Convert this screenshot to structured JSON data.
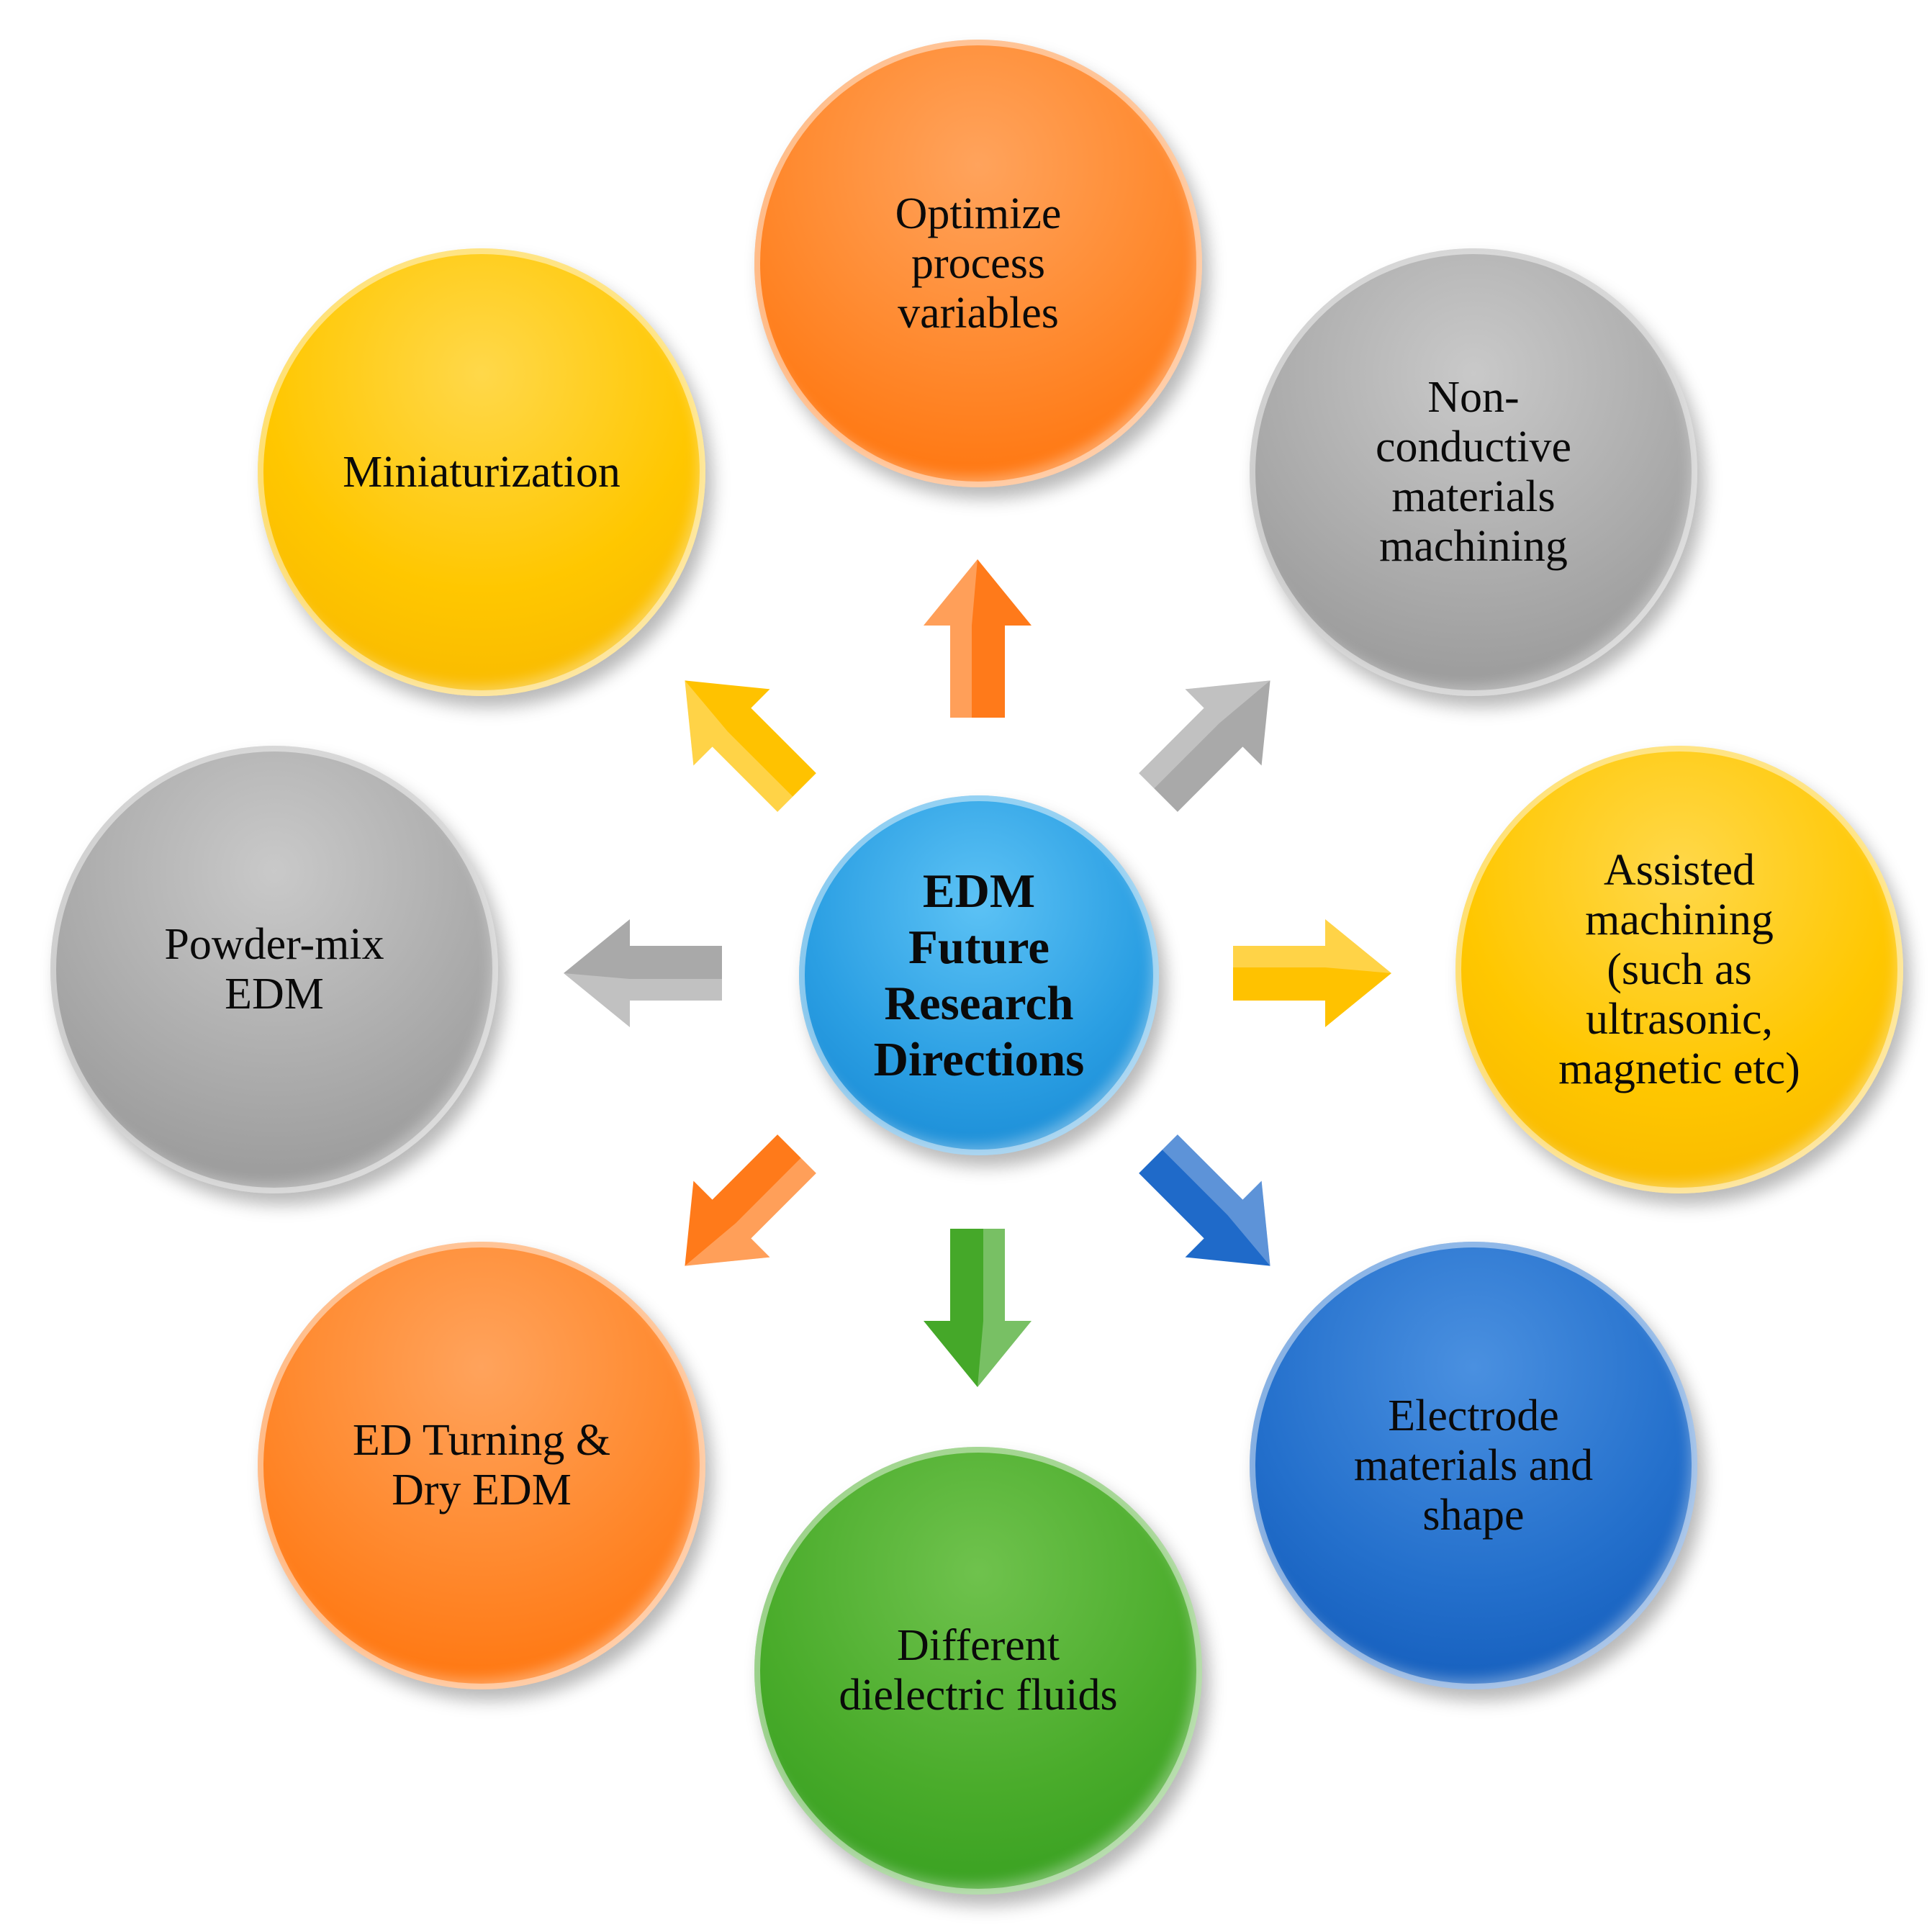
{
  "diagram": {
    "center": {
      "lines": [
        "EDM",
        "Future",
        "Research",
        "Directions"
      ],
      "color": "#2b9fe3"
    },
    "nodes": [
      {
        "id": "optimize",
        "lines": [
          "Optimize",
          "process",
          "variables"
        ],
        "color": "#ff7a1a"
      },
      {
        "id": "non-conductive",
        "lines": [
          "Non-",
          "conductive",
          "materials",
          "machining"
        ],
        "color": "#a9a9a9"
      },
      {
        "id": "assisted",
        "lines": [
          "Assisted",
          "machining",
          "(such as",
          "ultrasonic,",
          "magnetic etc)"
        ],
        "color": "#ffc200"
      },
      {
        "id": "electrode",
        "lines": [
          "Electrode",
          "materials and",
          "shape"
        ],
        "color": "#1f6ac9"
      },
      {
        "id": "dielectric",
        "lines": [
          "Different",
          "dielectric fluids"
        ],
        "color": "#45a829"
      },
      {
        "id": "ed-turning",
        "lines": [
          "ED Turning &",
          "Dry EDM"
        ],
        "color": "#ff7a1a"
      },
      {
        "id": "powder-mix",
        "lines": [
          "Powder-mix",
          "EDM"
        ],
        "color": "#a9a9a9"
      },
      {
        "id": "miniaturization",
        "lines": [
          "Miniaturization"
        ],
        "color": "#ffc200"
      }
    ],
    "arrows": [
      {
        "to": "optimize",
        "color": "#ff7a1a"
      },
      {
        "to": "non-conductive",
        "color": "#a9a9a9"
      },
      {
        "to": "assisted",
        "color": "#ffc200"
      },
      {
        "to": "electrode",
        "color": "#1f6ac9"
      },
      {
        "to": "dielectric",
        "color": "#45a829"
      },
      {
        "to": "ed-turning",
        "color": "#ff7a1a"
      },
      {
        "to": "powder-mix",
        "color": "#a9a9a9"
      },
      {
        "to": "miniaturization",
        "color": "#ffc200"
      }
    ]
  }
}
